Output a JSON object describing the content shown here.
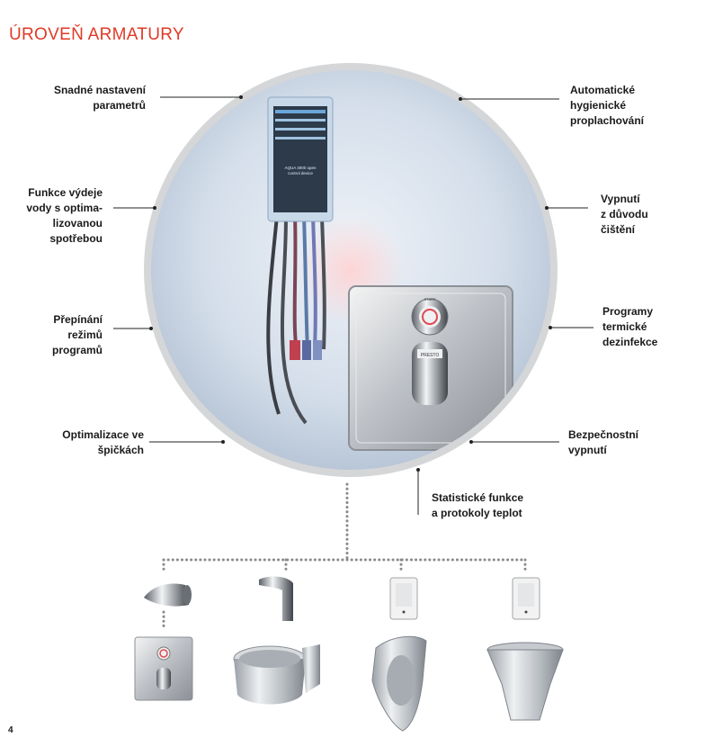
{
  "title": "ÚROVEŇ ARMATURY",
  "labels_left": [
    "Snadné nastavení\nparametrů",
    "Funkce výdeje\nvody s optima-\nlizovanou spotřebou",
    "Přepínání\nrežimů\nprogramů",
    "Optimalizace ve\nšpičkách"
  ],
  "labels_right": [
    "Automatické\nhygienické\nproplachování",
    "Vypnutí\nz důvodu\nčištění",
    "Programy\ntermické\ndezinfekce",
    "Bezpečnostní\nvypnutí"
  ],
  "label_bottom": "Statistické funkce\na protokoly teplot",
  "device": {
    "module_text": "AQUA 3000 open\ncontrol device",
    "button_text": "START",
    "knob_text": "PRESTO"
  },
  "page_number": "4"
}
